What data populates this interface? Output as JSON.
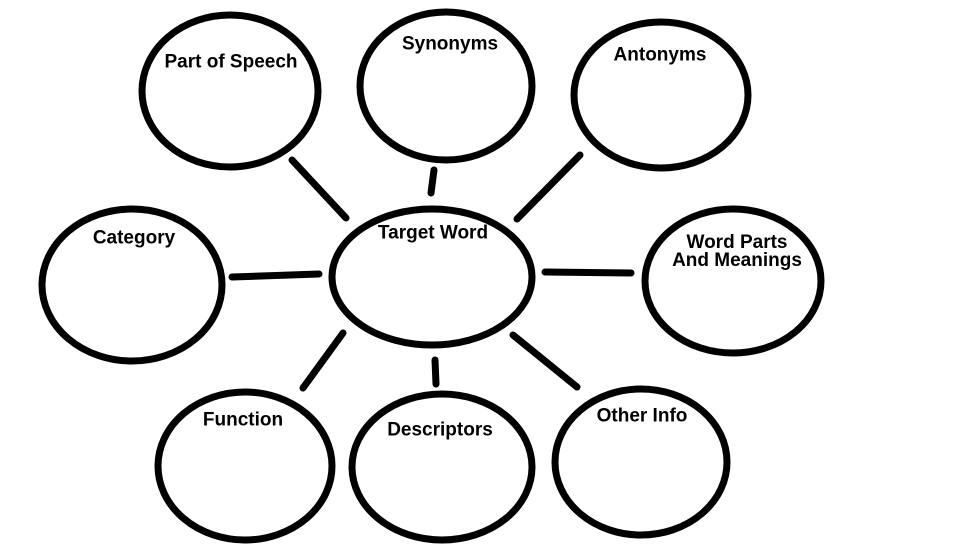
{
  "diagram": {
    "background_color": "#ffffff",
    "stroke_color": "#000000",
    "text_color": "#000000",
    "center_node": {
      "id": "target-word",
      "label": "Target Word"
    },
    "nodes": [
      {
        "id": "part-of-speech",
        "lines": [
          "Part of Speech"
        ]
      },
      {
        "id": "synonyms",
        "lines": [
          "Synonyms"
        ]
      },
      {
        "id": "antonyms",
        "lines": [
          "Antonyms"
        ]
      },
      {
        "id": "category",
        "lines": [
          "Category"
        ]
      },
      {
        "id": "word-parts-and-meanings",
        "lines": [
          "Word Parts",
          "And Meanings"
        ]
      },
      {
        "id": "function",
        "lines": [
          "Function"
        ]
      },
      {
        "id": "descriptors",
        "lines": [
          "Descriptors"
        ]
      },
      {
        "id": "other-info",
        "lines": [
          "Other Info"
        ]
      }
    ]
  }
}
